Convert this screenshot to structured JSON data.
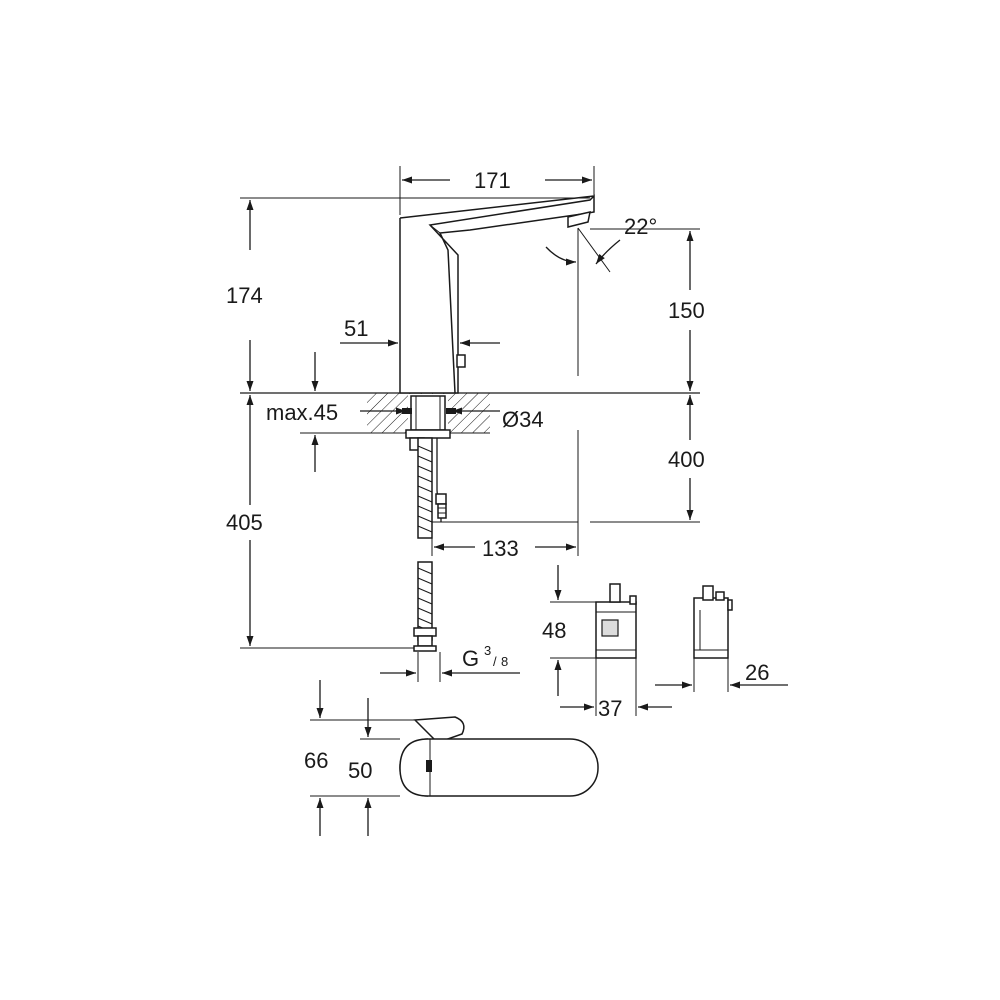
{
  "dimensions": {
    "width_top": "171",
    "angle": "22°",
    "height_total": "174",
    "height_spout": "150",
    "body_depth": "51",
    "max_thickness": "max.45",
    "hole_diameter": "Ø34",
    "below_deck": "400",
    "total_below": "405",
    "reach": "133",
    "thread": "G",
    "thread_num": "3",
    "thread_den": "8",
    "box_height": "48",
    "box_width": "37",
    "box_depth": "26",
    "top_height_outer": "66",
    "top_height_inner": "50"
  }
}
